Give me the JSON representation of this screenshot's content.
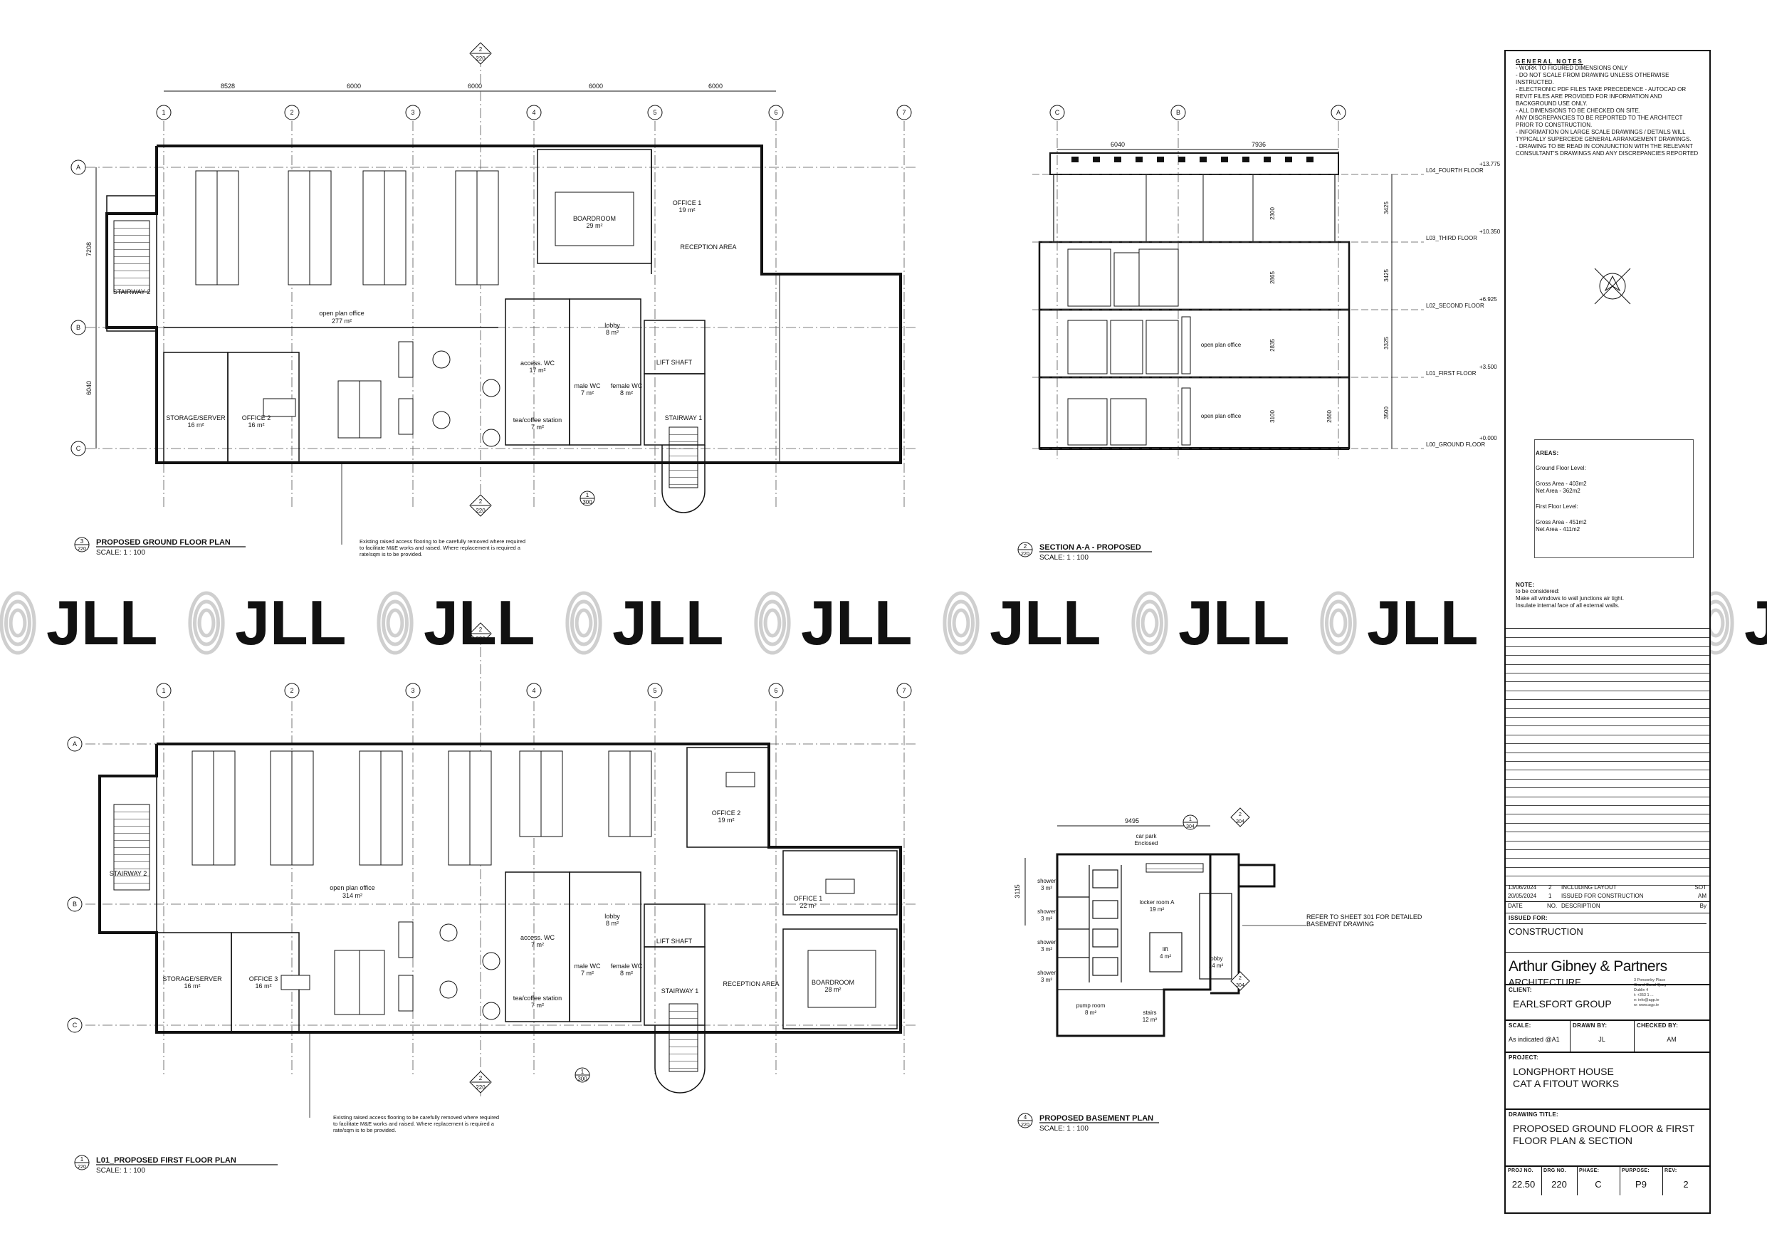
{
  "ground_plan": {
    "grid_numbers": [
      "1",
      "2",
      "3",
      "4",
      "5",
      "6",
      "7"
    ],
    "grid_letters": [
      "A",
      "B",
      "C"
    ],
    "dims": [
      "8528",
      "6000",
      "6000",
      "6000",
      "6000"
    ],
    "side_dims": [
      "7208",
      "6040"
    ],
    "section_marker": {
      "num": "2",
      "sheet": "220"
    },
    "detail_marker": {
      "num": "1",
      "sheet": "300"
    },
    "rooms": {
      "stairway2": "STAIRWAY 2",
      "open_plan": "open plan office",
      "open_plan_area": "277 m²",
      "boardroom": "BOARDROOM",
      "boardroom_area": "29 m²",
      "office1": "OFFICE 1",
      "office1_area": "19 m²",
      "reception": "RECEPTION AREA",
      "storage": "STORAGE/SERVER",
      "storage_area": "16 m²",
      "office2": "OFFICE 2",
      "office2_area": "16 m²",
      "lobby": "lobby",
      "lobby_area": "8 m²",
      "access_wc": "access. WC",
      "access_wc_area": "17 m²",
      "male_wc": "male WC",
      "male_wc_area": "7 m²",
      "female_wc": "female WC",
      "female_wc_area": "8 m²",
      "tea": "tea/coffee station",
      "tea_area": "7 m²",
      "lift": "LIFT SHAFT",
      "stairway1": "STAIRWAY 1"
    },
    "note": "Existing raised access flooring to be carefully removed where required to facilitate M&E works and raised. Where replacement is required a rate/sqm is to be provided.",
    "title_num": "3",
    "title_sheet": "220",
    "title": "PROPOSED GROUND FLOOR PLAN",
    "scale": "SCALE:  1 : 100"
  },
  "first_plan": {
    "section_marker": {
      "num": "2",
      "sheet": "220"
    },
    "detail_marker": {
      "num": "1",
      "sheet": "300"
    },
    "rooms": {
      "stairway2": "STAIRWAY 2",
      "open_plan": "open plan office",
      "open_plan_area": "314 m²",
      "office2": "OFFICE 2",
      "office2_area": "19 m²",
      "office1": "OFFICE 1",
      "office1_area": "22 m²",
      "boardroom": "BOARDROOM",
      "boardroom_area": "28 m²",
      "storage": "STORAGE/SERVER",
      "storage_area": "16 m²",
      "office3": "OFFICE 3",
      "office3_area": "16 m²",
      "lobby": "lobby",
      "lobby_area": "8 m²",
      "access_wc": "access. WC",
      "access_wc_area": "7 m²",
      "male_wc": "male WC",
      "male_wc_area": "7 m²",
      "female_wc": "female WC",
      "female_wc_area": "8 m²",
      "tea": "tea/coffee station",
      "tea_area": "7 m²",
      "lift": "LIFT SHAFT",
      "stairway1": "STAIRWAY 1",
      "reception": "RECEPTION AREA"
    },
    "note": "Existing raised access flooring to be carefully removed where required to facilitate M&E works and raised. Where replacement is required a rate/sqm is to be provided.",
    "title_num": "1",
    "title_sheet": "220",
    "title": "L01_PROPOSED FIRST FLOOR PLAN",
    "scale": "SCALE:  1 : 100"
  },
  "section": {
    "grid": [
      "C",
      "B",
      "A"
    ],
    "dims": [
      "6040",
      "7936"
    ],
    "levels": [
      {
        "name": "L04_FOURTH FLOOR",
        "value": "+13.775"
      },
      {
        "name": "L03_THIRD FLOOR",
        "value": "+10.350"
      },
      {
        "name": "L02_SECOND FLOOR",
        "value": "+6.925"
      },
      {
        "name": "L01_FIRST FLOOR",
        "value": "+3.500"
      },
      {
        "name": "L00_GROUND FLOOR",
        "value": "+0.000"
      }
    ],
    "storey_dims": [
      "3425",
      "3425",
      "3325",
      "3500"
    ],
    "inner_dims": [
      "2300",
      "2865",
      "2835",
      "3100",
      "2660"
    ],
    "labels": [
      "open plan office",
      "open plan office"
    ],
    "title_num": "2",
    "title_sheet": "220",
    "title": "SECTION A-A - PROPOSED",
    "scale": "SCALE:  1 : 100"
  },
  "basement": {
    "dim": "9495",
    "side_dim": "3115",
    "markers": [
      {
        "num": "1",
        "sheet": "304"
      },
      {
        "num": "2",
        "sheet": "304"
      },
      {
        "num": "2",
        "sheet": "304"
      }
    ],
    "rooms": {
      "car_park": "car park",
      "car_park_sub": "Enclosed",
      "locker": "locker room A",
      "locker_area": "19 m²",
      "lift": "lift",
      "lift_area": "4 m²",
      "lobby": "lobby",
      "lobby_area": "14 m²",
      "pump": "pump room",
      "pump_area": "8 m²",
      "stairs": "stairs",
      "stairs_area": "12 m²",
      "shower": "shower",
      "shower_area": "3 m²"
    },
    "refer_note": "REFER TO SHEET 301 FOR DETAILED BASEMENT DRAWING",
    "title_num": "4",
    "title_sheet": "220",
    "title": "PROPOSED BASEMENT PLAN",
    "scale": "SCALE:  1 : 100"
  },
  "watermark": "JLL",
  "title_block": {
    "general_notes_title": "GENERAL NOTES",
    "general_notes": [
      "- WORK TO FIGURED DIMENSIONS ONLY",
      "- DO NOT SCALE FROM DRAWING UNLESS OTHERWISE INSTRUCTED.",
      "- ELECTRONIC PDF FILES TAKE PRECEDENCE - AUTOCAD OR REVIT FILES ARE PROVIDED FOR INFORMATION AND BACKGROUND USE ONLY.",
      "- ALL DIMENSIONS TO BE CHECKED ON SITE.",
      "ANY DISCREPANCIES TO BE REPORTED TO THE ARCHITECT PRIOR TO CONSTRUCTION.",
      "- INFORMATION ON LARGE SCALE DRAWINGS / DETAILS WILL TYPICALLY SUPERCEDE GENERAL ARRANGEMENT DRAWINGS.",
      "- DRAWING TO BE READ IN CONJUNCTION WITH THE RELEVANT CONSULTANT'S DRAWINGS AND ANY DISCREPANCIES REPORTED"
    ],
    "areas_title": "AREAS:",
    "areas": [
      "Ground Floor Level:",
      "Gross Area - 403m2",
      "Net Area - 362m2",
      "First Floor Level:",
      "Gross Area - 451m2",
      "Net Area - 411m2"
    ],
    "note_title": "NOTE:",
    "note_lines": [
      "to be considered:",
      "Make all windows to wall junctions air tight.",
      "Insulate internal face of all external walls."
    ],
    "revisions": [
      {
        "date": "13/06/2024",
        "rev": "2",
        "desc": "INCLUDING LAYOUT",
        "by": "SOT"
      },
      {
        "date": "20/05/2024",
        "rev": "1",
        "desc": "ISSUED FOR CONSTRUCTION",
        "by": "AM"
      }
    ],
    "rev_headers": {
      "date": "DATE",
      "rev": "NO.",
      "desc": "DESCRIPTION",
      "by": "By"
    },
    "issued_for_label": "ISSUED FOR:",
    "issued_for": "CONSTRUCTION",
    "firm_name": "Arthur Gibney & Partners",
    "firm_sub": "ARCHITECTURE",
    "firm_address": [
      "3 Ponsonby Place",
      "Grand Canal Quay",
      "Dublin 4",
      "t: +353 1 ...",
      "e: info@agp.ie",
      "w: www.agp.ie"
    ],
    "client_label": "CLIENT:",
    "client": "EARLSFORT GROUP",
    "scale_label": "SCALE:",
    "scale": "As indicated @A1",
    "drawn_label": "DRAWN BY:",
    "drawn": "JL",
    "checked_label": "CHECKED BY:",
    "checked": "AM",
    "project_label": "PROJECT:",
    "project_line1": "LONGPHORT HOUSE",
    "project_line2": "CAT A FITOUT WORKS",
    "drawing_title_label": "DRAWING TITLE:",
    "drawing_title_line1": "PROPOSED GROUND FLOOR & FIRST",
    "drawing_title_line2": "FLOOR PLAN & SECTION",
    "proj_no_label": "PROJ NO.",
    "proj_no": "22.50",
    "drg_no_label": "DRG NO.",
    "drg_no": "220",
    "phase_label": "PHASE:",
    "phase": "C",
    "purpose_label": "PURPOSE:",
    "purpose": "P9",
    "rev_label": "REV:",
    "rev": "2"
  }
}
